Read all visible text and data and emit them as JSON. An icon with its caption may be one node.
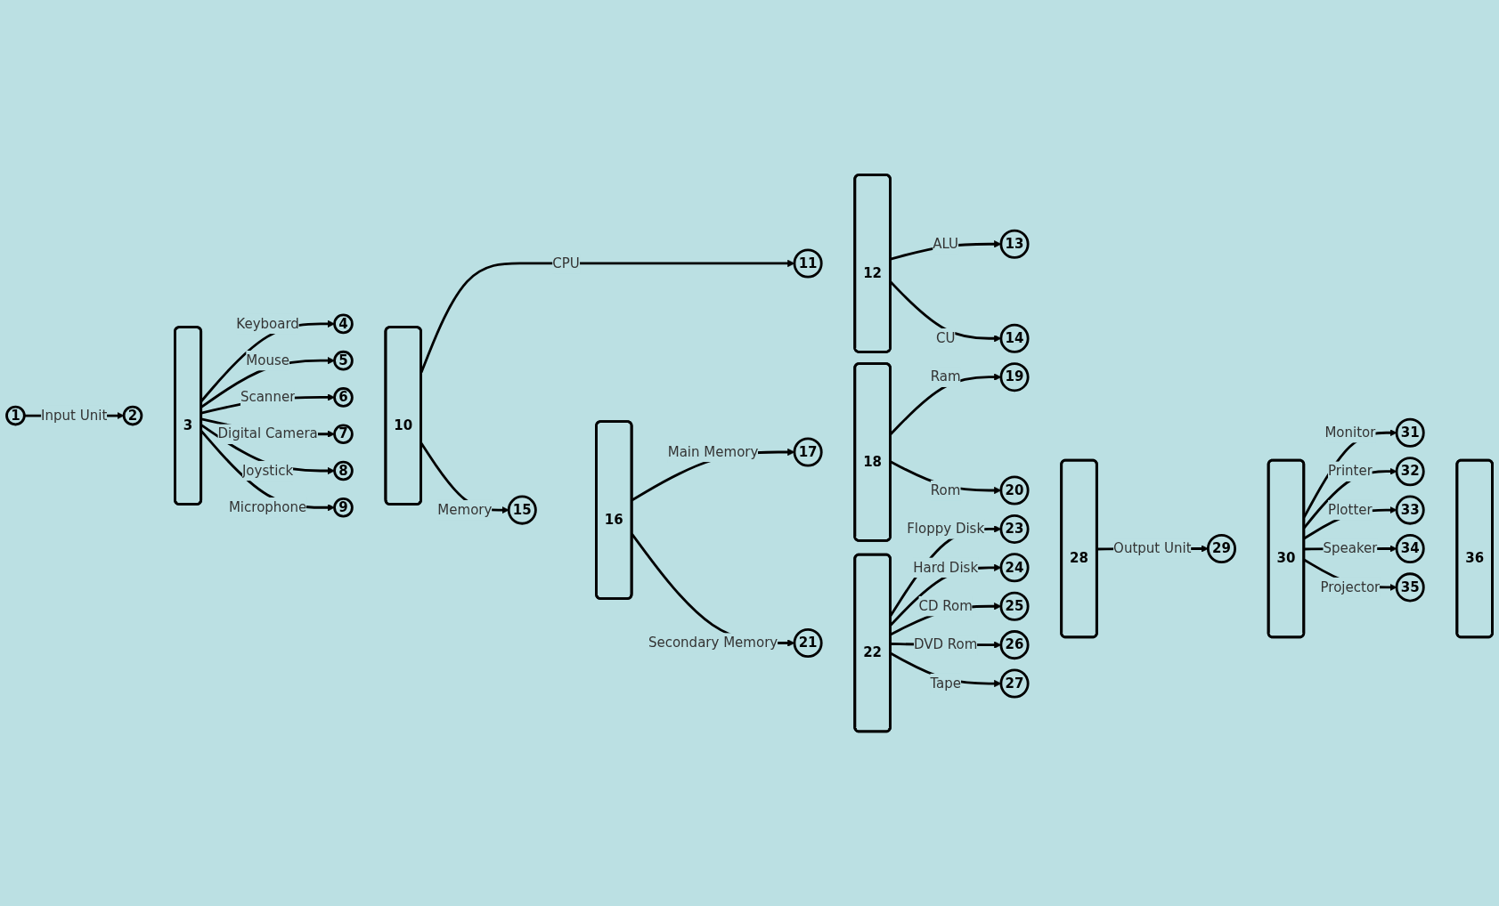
{
  "diagram": {
    "nodes": [
      {
        "text": [
          "1"
        ]
      },
      {
        "text": [
          "2"
        ]
      },
      {
        "text": [
          "3"
        ]
      },
      {
        "text": [
          "4"
        ]
      },
      {
        "text": [
          "5"
        ]
      },
      {
        "text": [
          "6"
        ]
      },
      {
        "text": [
          "7"
        ]
      },
      {
        "text": [
          "8"
        ]
      },
      {
        "text": [
          "9"
        ]
      },
      {
        "text": [
          "10"
        ]
      },
      {
        "text": [
          "11"
        ]
      },
      {
        "text": [
          "12"
        ]
      },
      {
        "text": [
          "13"
        ]
      },
      {
        "text": [
          "14"
        ]
      },
      {
        "text": [
          "15"
        ]
      },
      {
        "text": [
          "16"
        ]
      },
      {
        "text": [
          "17"
        ]
      },
      {
        "text": [
          "18"
        ]
      },
      {
        "text": [
          "19"
        ]
      },
      {
        "text": [
          "20"
        ]
      },
      {
        "text": [
          "21"
        ]
      },
      {
        "text": [
          "22"
        ]
      },
      {
        "text": [
          "23"
        ]
      },
      {
        "text": [
          "24"
        ]
      },
      {
        "text": [
          "25"
        ]
      },
      {
        "text": [
          "26"
        ]
      },
      {
        "text": [
          "27"
        ]
      },
      {
        "text": [
          "28"
        ]
      },
      {
        "text": [
          "29"
        ]
      },
      {
        "text": [
          "30"
        ]
      },
      {
        "text": [
          "31"
        ]
      },
      {
        "text": [
          "32"
        ]
      },
      {
        "text": [
          "33"
        ]
      },
      {
        "text": [
          "34"
        ]
      },
      {
        "text": [
          "35"
        ]
      },
      {
        "text": [
          "36"
        ]
      }
    ],
    "edges": [
      {
        "from": 0,
        "to": 1,
        "arrow": "to",
        "label": "Input Unit"
      },
      {
        "from": 2,
        "to": 3,
        "arrow": "to",
        "label": "Keyboard"
      },
      {
        "from": 2,
        "to": 4,
        "arrow": "to",
        "label": "Mouse"
      },
      {
        "from": 2,
        "to": 5,
        "arrow": "to",
        "label": "Scanner"
      },
      {
        "from": 2,
        "to": 6,
        "arrow": "to",
        "label": "Digital Camera"
      },
      {
        "from": 2,
        "to": 7,
        "arrow": "to",
        "label": "Joystick"
      },
      {
        "from": 2,
        "to": 8,
        "arrow": "to",
        "label": "Microphone"
      },
      {
        "from": 9,
        "to": 10,
        "arrow": "to",
        "label": "CPU"
      },
      {
        "from": 9,
        "to": 14,
        "arrow": "to",
        "label": "Memory"
      },
      {
        "from": 11,
        "to": 12,
        "arrow": "to",
        "label": "ALU"
      },
      {
        "from": 11,
        "to": 13,
        "arrow": "to",
        "label": "CU"
      },
      {
        "from": 15,
        "to": 16,
        "arrow": "to",
        "label": "Main Memory"
      },
      {
        "from": 15,
        "to": 20,
        "arrow": "to",
        "label": "Secondary Memory"
      },
      {
        "from": 17,
        "to": 18,
        "arrow": "to",
        "label": "Ram"
      },
      {
        "from": 17,
        "to": 19,
        "arrow": "to",
        "label": "Rom"
      },
      {
        "from": 21,
        "to": 22,
        "arrow": "to",
        "label": "Floppy Disk"
      },
      {
        "from": 21,
        "to": 23,
        "arrow": "to",
        "label": "Hard Disk"
      },
      {
        "from": 21,
        "to": 24,
        "arrow": "to",
        "label": "CD Rom"
      },
      {
        "from": 21,
        "to": 25,
        "arrow": "to",
        "label": "DVD Rom"
      },
      {
        "from": 21,
        "to": 26,
        "arrow": "to",
        "label": "Tape"
      },
      {
        "from": 27,
        "to": 28,
        "arrow": "to",
        "label": "Output Unit"
      },
      {
        "from": 29,
        "to": 30,
        "arrow": "to",
        "label": "Monitor"
      },
      {
        "from": 29,
        "to": 31,
        "arrow": "to",
        "label": "Printer"
      },
      {
        "from": 29,
        "to": 32,
        "arrow": "to",
        "label": "Plotter"
      },
      {
        "from": 29,
        "to": 33,
        "arrow": "to",
        "label": "Speaker"
      },
      {
        "from": 29,
        "to": 34,
        "arrow": "to",
        "label": "Projector"
      }
    ]
  }
}
